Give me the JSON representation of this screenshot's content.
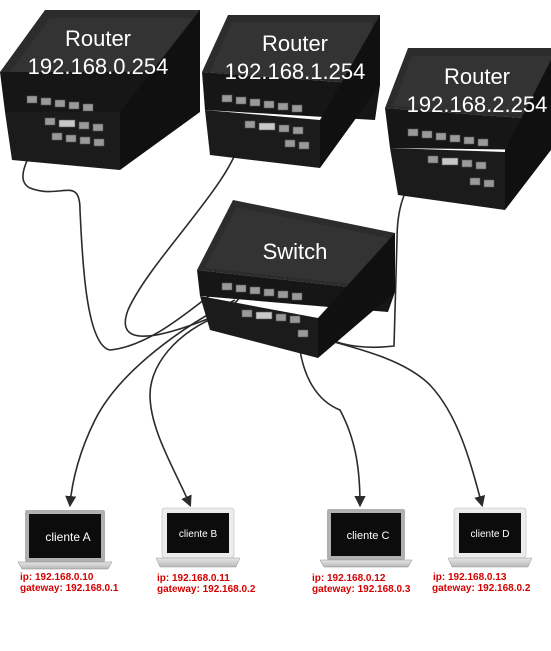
{
  "routers": [
    {
      "title": "Router",
      "ip": "192.168.0.254"
    },
    {
      "title": "Router",
      "ip": "192.168.1.254"
    },
    {
      "title": "Router",
      "ip": "192.168.2.254"
    }
  ],
  "switch": {
    "label": "Switch"
  },
  "clients": [
    {
      "name": "cliente A",
      "ip": "ip: 192.168.0.10",
      "gateway": "gateway: 192.168.0.1"
    },
    {
      "name": "cliente B",
      "ip": "ip: 192.168.0.11",
      "gateway": "gateway: 192.168.0.2"
    },
    {
      "name": "cliente C",
      "ip": "ip: 192.168.0.12",
      "gateway": "gateway: 192.168.0.3"
    },
    {
      "name": "cliente D",
      "ip": "ip: 192.168.0.13",
      "gateway": "gateway: 192.168.0.2"
    }
  ],
  "colors": {
    "device": "#1e1e1e",
    "device_top": "#2a2a2a",
    "port": "#9a9a9a",
    "cable": "#2b2b2b",
    "info_text": "#d40000"
  }
}
